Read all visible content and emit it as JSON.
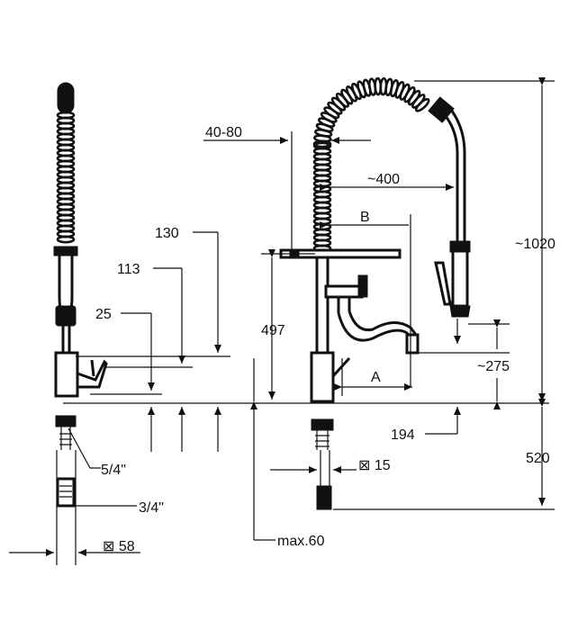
{
  "dimensions": {
    "d_40_80": "40-80",
    "d_400": "~400",
    "d_b": "B",
    "d_130": "130",
    "d_113": "113",
    "d_497": "497",
    "d_25": "25",
    "d_1020": "~1020",
    "d_275": "~275",
    "d_a": "A",
    "d_194": "194",
    "d_5_4": "5/4\"",
    "d_15": "⊠ 15",
    "d_520": "520",
    "d_3_4": "3/4\"",
    "d_58": "⊠ 58",
    "d_max60": "max.60"
  }
}
